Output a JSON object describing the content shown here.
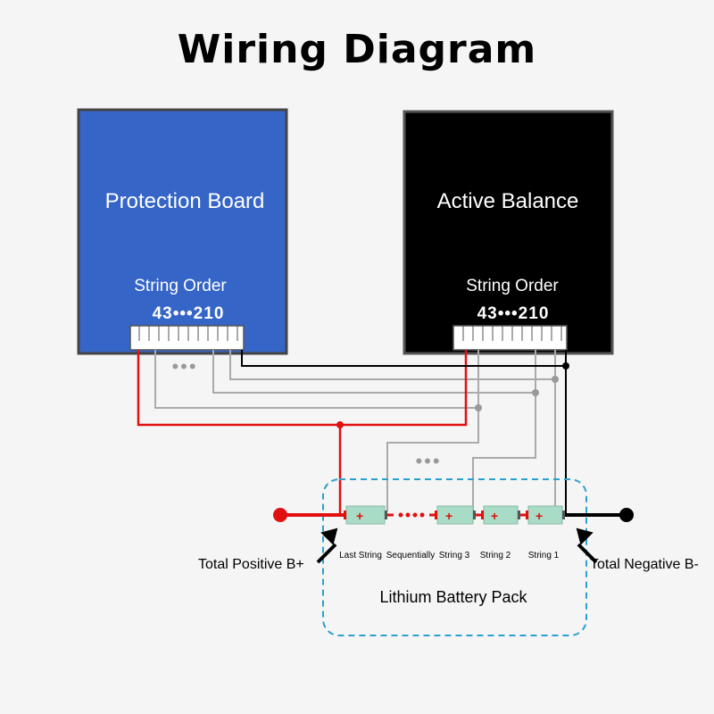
{
  "title": "Wiring Diagram",
  "protection_board": {
    "label": "Protection Board",
    "string_order_label": "String Order",
    "pin_numbers": "43•••210",
    "color": "#3565c7"
  },
  "active_balance": {
    "label": "Active Balance",
    "string_order_label": "String Order",
    "pin_numbers": "43•••210",
    "color": "#000000"
  },
  "wire_ellipsis": "•••",
  "battery_pack": {
    "label": "Lithium Battery Pack",
    "total_positive": "Total Positive B+",
    "total_negative": "Total Negative B-",
    "cells": [
      {
        "label": "Last String",
        "plus": "+"
      },
      {
        "label": "Sequentially"
      },
      {
        "label": "String 3",
        "plus": "+"
      },
      {
        "label": "String 2",
        "plus": "+"
      },
      {
        "label": "String 1",
        "plus": "+"
      }
    ]
  },
  "colors": {
    "positive_wire": "#e01010",
    "negative_wire": "#000000",
    "balance_wire": "#aaaaaa",
    "cell_fill": "#a9dcc6",
    "pack_outline": "#2aa0d0"
  }
}
